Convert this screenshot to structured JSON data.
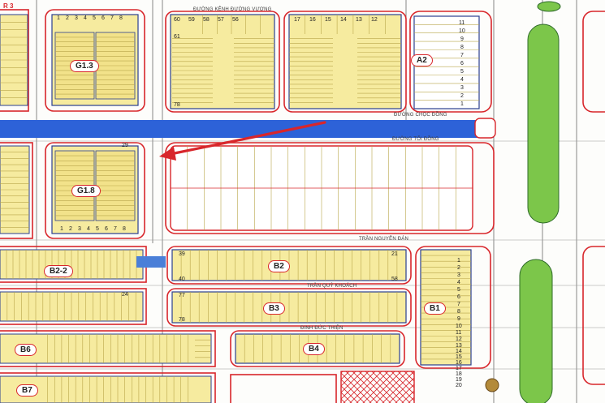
{
  "map": {
    "colors": {
      "road_blue": "#2d62d8",
      "park_green": "#7cc64a",
      "boundary_red": "#d8262b",
      "lot_outline": "#2b3f8f",
      "lot_fill": "#f6eb9f",
      "arrow": "#d8262b"
    },
    "header_fragment": "R 3",
    "streets": {
      "kenh_duong_vuong": "ĐƯỜNG KÊNH ĐƯỜNG VƯƠNG",
      "choc_dong": "ĐƯỜNG CHỌC ĐỒNG",
      "toi_dong": "ĐƯỜNG TỐI ĐỒNG",
      "tran_nguyen_dan": "TRẦN NGUYÊN ĐÁN",
      "tran_quy_khoach": "TRẦN QUÝ KHOÁCH",
      "dinh_duc_thien": "ĐINH ĐỨC THIỆN"
    },
    "blocks": {
      "g13": "G1.3",
      "g18": "G1.8",
      "a2": "A2",
      "b2": "B2",
      "b2_2": "B2-2",
      "b3": "B3",
      "b1": "B1",
      "b4": "B4",
      "b6": "B6",
      "b7": "B7"
    },
    "lot_numbers": {
      "g13_top": [
        "1",
        "2",
        "3",
        "4",
        "5",
        "6",
        "7",
        "8"
      ],
      "g18_bottom": [
        "1",
        "2",
        "3",
        "4",
        "5",
        "6",
        "7",
        "8"
      ],
      "upper_left_block_top": [
        "60",
        "59",
        "58",
        "57",
        "56"
      ],
      "upper_left_block_side": [
        "61",
        "78"
      ],
      "upper_mid_block_top": [
        "17",
        "16",
        "15",
        "14",
        "13",
        "12"
      ],
      "a2_side": [
        "11",
        "10",
        "9",
        "8",
        "7",
        "6",
        "5",
        "4",
        "3",
        "2",
        "1"
      ],
      "b2_left": [
        "39",
        "40"
      ],
      "b2_right": [
        "21",
        "58"
      ],
      "b3_left": [
        "77",
        "78"
      ],
      "b1_side": [
        "1",
        "2",
        "3",
        "4",
        "5",
        "6",
        "7",
        "8",
        "9",
        "10",
        "11",
        "12",
        "13",
        "14",
        "15",
        "16",
        "17",
        "18",
        "19",
        "20"
      ],
      "g18_top_right": "29",
      "b2_2_right": "24"
    }
  }
}
